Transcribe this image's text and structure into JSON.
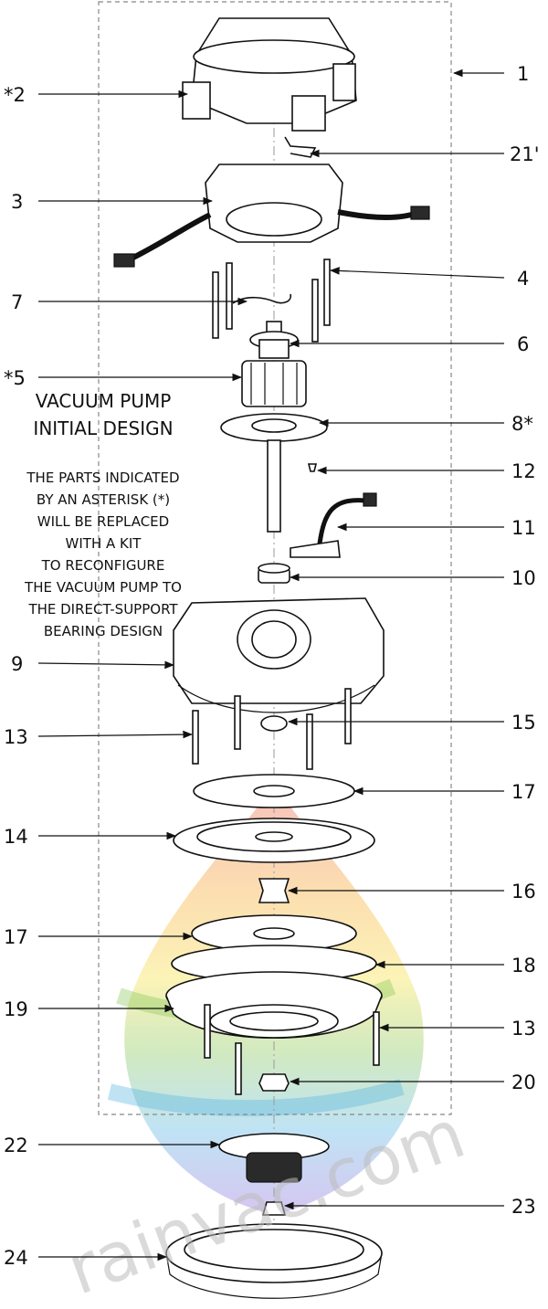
{
  "note": {
    "title_lines": [
      "VACUUM PUMP",
      "INITIAL DESIGN"
    ],
    "body_lines": [
      "THE PARTS INDICATED",
      "BY AN ASTERISK (*)",
      "WILL BE REPLACED",
      "WITH A KIT",
      "TO RECONFIGURE",
      "THE VACUUM PUMP TO",
      "THE DIRECT-SUPPORT",
      "BEARING DESIGN"
    ]
  },
  "callouts": [
    {
      "label": "1"
    },
    {
      "label": "*2"
    },
    {
      "label": "21'"
    },
    {
      "label": "3"
    },
    {
      "label": "4"
    },
    {
      "label": "7"
    },
    {
      "label": "6"
    },
    {
      "label": "*5"
    },
    {
      "label": "8*"
    },
    {
      "label": "12"
    },
    {
      "label": "11"
    },
    {
      "label": "10"
    },
    {
      "label": "9"
    },
    {
      "label": "15"
    },
    {
      "label": "13"
    },
    {
      "label": "17"
    },
    {
      "label": "14"
    },
    {
      "label": "16"
    },
    {
      "label": "17"
    },
    {
      "label": "18"
    },
    {
      "label": "19"
    },
    {
      "label": "13"
    },
    {
      "label": "20"
    },
    {
      "label": "22"
    },
    {
      "label": "23"
    },
    {
      "label": "24"
    }
  ],
  "watermark": "rainvac.com",
  "colors": {
    "ink": "#111111",
    "dashed_box": "#888888",
    "watermark": "#bdbdbd",
    "logo": [
      "#e84b3c",
      "#f6a21e",
      "#f7e34b",
      "#7ec24a",
      "#4ab0e0",
      "#8a5bd6"
    ]
  }
}
